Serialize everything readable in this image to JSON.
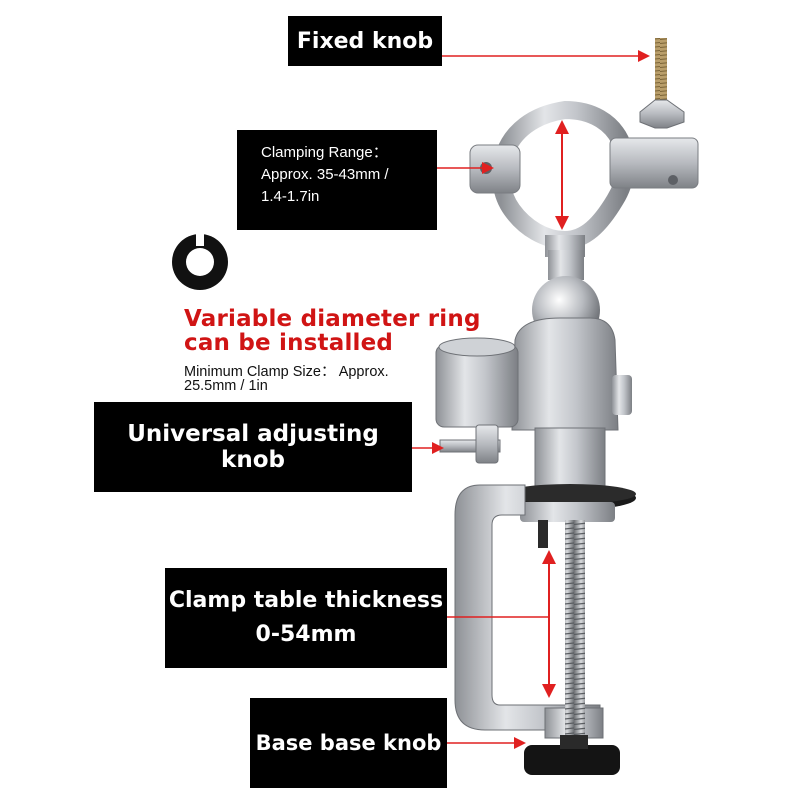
{
  "labels": {
    "fixed_knob": "Fixed knob",
    "clamping_range_line1": "Clamping Range：",
    "clamping_range_line2": "Approx. 35-43mm /",
    "clamping_range_line3": "1.4-1.7in",
    "ring_heading_line1": "Variable diameter ring",
    "ring_heading_line2": "can be installed",
    "min_clamp_line1": "Minimum Clamp Size： Approx.",
    "min_clamp_line2": "25.5mm / 1in",
    "universal_knob": "Universal adjusting knob",
    "table_thickness_line1": "Clamp table thickness",
    "table_thickness_line2": "0-54mm",
    "base_knob": "Base base knob"
  },
  "colors": {
    "label_background": "#000000",
    "label_text": "#ffffff",
    "accent_red": "#d01414",
    "metal": "#b9bcc1"
  }
}
